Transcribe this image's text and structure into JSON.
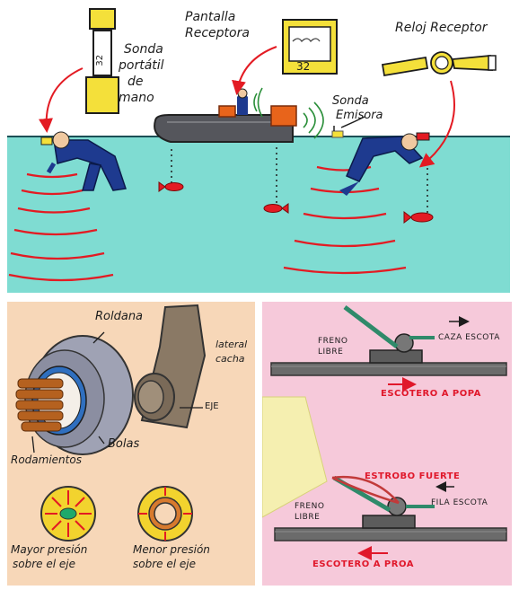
{
  "top_panel": {
    "labels": {
      "screen_title_line1": "Pantalla",
      "screen_title_line2": "Receptora",
      "screen_value": "32",
      "watch_title": "Reloj Receptor",
      "portable_line1": "Sonda",
      "portable_line2": "portátil",
      "portable_line3": "de",
      "portable_line4": "mano",
      "portable_value": "32",
      "emitter_line1": "Sonda",
      "emitter_line2": "Emisora"
    }
  },
  "bottom_left_panel": {
    "labels": {
      "roldana": "Roldana",
      "lateral_line1": "lateral",
      "lateral_line2": "cacha",
      "eje": "EJE",
      "bolas": "Bolas",
      "rodamientos": "Rodamientos",
      "mayor_line1": "Mayor presión",
      "mayor_line2": "sobre el eje",
      "menor_line1": "Menor presión",
      "menor_line2": "sobre el eje"
    }
  },
  "bottom_right_panel": {
    "labels": {
      "freno_top_line1": "FRENO",
      "freno_top_line2": "LIBRE",
      "caza_escota": "CAZA ESCOTA",
      "escotero_popa": "ESCOTERO A POPA",
      "estrobo_fuerte": "ESTROBO FUERTE",
      "freno_bottom_line1": "FRENO",
      "freno_bottom_line2": "LIBRE",
      "fila_escota": "FILA ESCOTA",
      "escotero_proa": "ESCOTERO A PROA"
    }
  },
  "colors": {
    "sea": "#7fdcd2",
    "accent_red": "#e0182b",
    "diver_blue": "#1e3a8f",
    "yellow": "#f4e03a",
    "boat": "#55565c",
    "rail": "#6b6b6b",
    "green": "#2f8a6a"
  }
}
